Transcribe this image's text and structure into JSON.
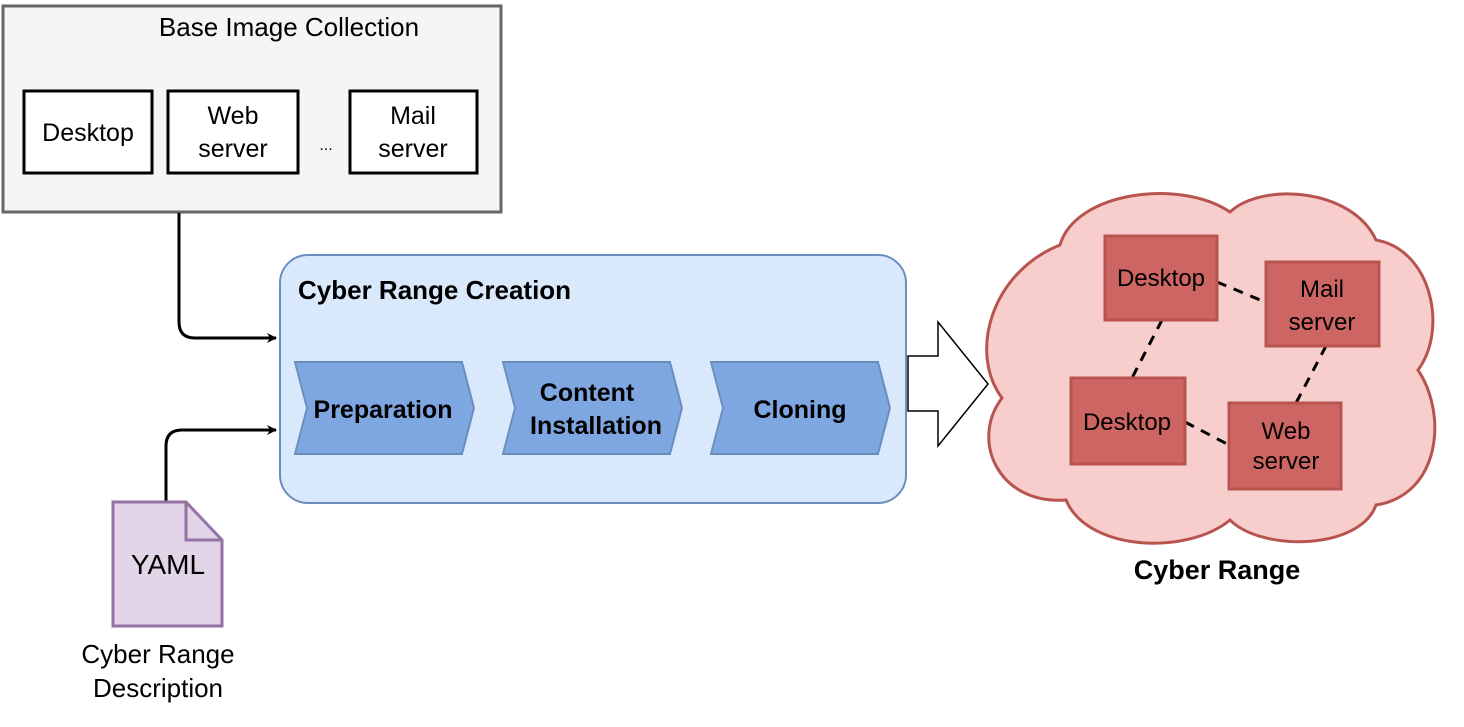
{
  "base_image_collection": {
    "title": "Base Image Collection",
    "images": [
      {
        "lines": [
          "Desktop"
        ]
      },
      {
        "lines": [
          "Web",
          "server"
        ]
      },
      {
        "lines": [
          "Mail",
          "server"
        ]
      }
    ],
    "ellipsis": "..."
  },
  "creation": {
    "title": "Cyber Range Creation",
    "steps": [
      {
        "lines": [
          "Preparation"
        ]
      },
      {
        "lines": [
          "Content",
          "Installation"
        ]
      },
      {
        "lines": [
          "Cloning"
        ]
      }
    ]
  },
  "yaml_file": {
    "label": "YAML",
    "caption_lines": [
      "Cyber Range",
      "Description"
    ]
  },
  "cyber_range": {
    "label": "Cyber Range",
    "nodes": [
      {
        "lines": [
          "Desktop"
        ]
      },
      {
        "lines": [
          "Mail",
          "server"
        ]
      },
      {
        "lines": [
          "Desktop"
        ]
      },
      {
        "lines": [
          "Web",
          "server"
        ]
      }
    ]
  },
  "colors": {
    "collection_fill": "#f5f5f5",
    "collection_stroke": "#666666",
    "creation_fill": "#dae8fc",
    "creation_stroke": "#6c8ebf",
    "step_fill": "#7ea6e0",
    "file_fill": "#e1d5e7",
    "file_stroke": "#9673a6",
    "cloud_fill": "#f8cecc",
    "cloud_stroke": "#b85450",
    "node_fill": "#cd6662",
    "node_stroke": "#b85450"
  }
}
